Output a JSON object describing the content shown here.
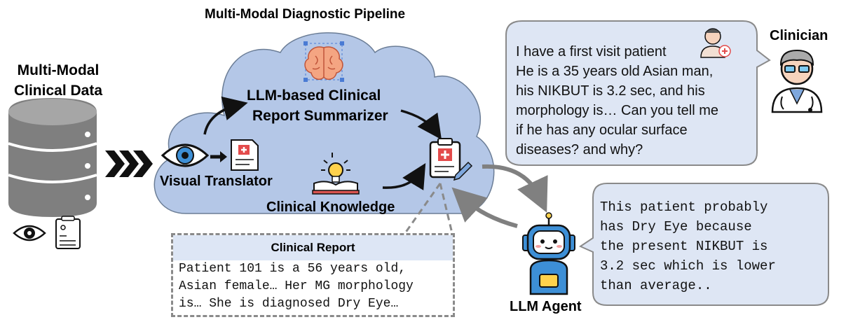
{
  "title": "Multi-Modal Diagnostic Pipeline",
  "data_source": {
    "line1": "Multi-Modal",
    "line2": "Clinical Data"
  },
  "summarizer": {
    "line1": "LLM-based Clinical",
    "line2": "Report Summarizer"
  },
  "visual_translator": "Visual Translator",
  "clinical_knowledge": "Clinical Knowledge",
  "report": {
    "header": "Clinical Report",
    "lines": [
      "Patient 101 is a 56 years old,",
      "Asian female… Her MG morphology",
      "is… She is diagnosed Dry Eye…"
    ]
  },
  "clinician": {
    "label": "Clinician",
    "lines": [
      "I have a first visit patient",
      "He is a 35 years old Asian man,",
      "his NIKBUT is 3.2 sec, and his",
      "morphology is… Can you tell me",
      "if he has any ocular surface",
      "diseases? and why?"
    ]
  },
  "agent": {
    "label": "LLM Agent",
    "lines": [
      "This patient probably",
      "has Dry Eye because",
      "the present NIKBUT is",
      "3.2 sec which is lower",
      "than average.."
    ]
  },
  "icons": [
    "database-icon",
    "eye-icon",
    "patient-record-icon",
    "brain-icon",
    "document-icon",
    "lightbulb-icon",
    "book-icon",
    "clipboard-icon",
    "doctor-icon",
    "robot-icon",
    "patient-icon"
  ],
  "colors": {
    "cloud": "#b4c7e7",
    "bubble": "#dee6f4",
    "arrow": "#808080",
    "brain": "#f4a582",
    "database": "#808080"
  }
}
